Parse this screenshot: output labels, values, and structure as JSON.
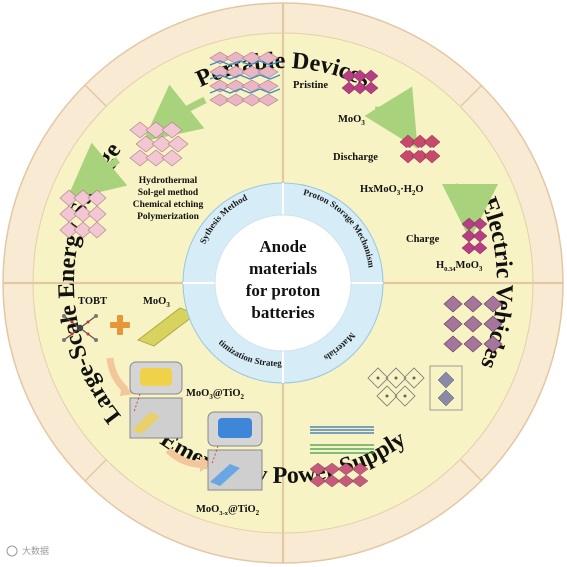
{
  "center": {
    "lines": [
      "Anode",
      "materials",
      "for proton",
      "batteries"
    ]
  },
  "outer_ring": {
    "top": "Portable Devices",
    "right": "Electric Vehicles",
    "bottom": "Emergency Power Supply",
    "left": "Large-Scale Energy Storage"
  },
  "inner_ring": {
    "synthesis": "Sythesis Method",
    "mechanism": "Proton Storage Mechanism",
    "materials": "Materials",
    "optimization": "Optimization Strategies"
  },
  "synthesis_methods": [
    "Hydrothermal",
    "Sol-gel method",
    "Chemical etching",
    "Polymerization"
  ],
  "mechanism": {
    "pristine": "Pristine",
    "moo3": "MoO",
    "moo3_sub": "3",
    "discharge": "Discharge",
    "hxmoo3": "HxMoO",
    "hxmoo3_sub": "3",
    "hxmoo3_suffix": "·H",
    "hxmoo3_sub2": "2",
    "hxmoo3_end": "O",
    "charge": "Charge",
    "h_moo3_prefix": "H",
    "h_moo3_sub": "0.34",
    "h_moo3_mid": "MoO",
    "h_moo3_sub2": "3"
  },
  "optimization": {
    "tobt": "TOBT",
    "moo3": "MoO",
    "moo3_sub": "3",
    "moo3_tio2": "MoO",
    "moo3_tio2_sub": "3",
    "moo3_tio2_end": "@TiO",
    "moo3_tio2_sub2": "2",
    "moo3x_tio2": "MoO",
    "moo3x_tio2_sub": "3-x",
    "moo3x_tio2_end": "@TiO",
    "moo3x_tio2_sub2": "2"
  },
  "watermark": "大数据",
  "colors": {
    "quadrant_fill": "#f7f3c4",
    "outer_ring_fill": "#f9ead3",
    "inner_ring_fill": "#d6ecf7",
    "center_fill": "#ffffff",
    "arrow_green": "#a9d27d",
    "arrow_orange": "#f3c79b",
    "plus_orange": "#e8963a"
  }
}
